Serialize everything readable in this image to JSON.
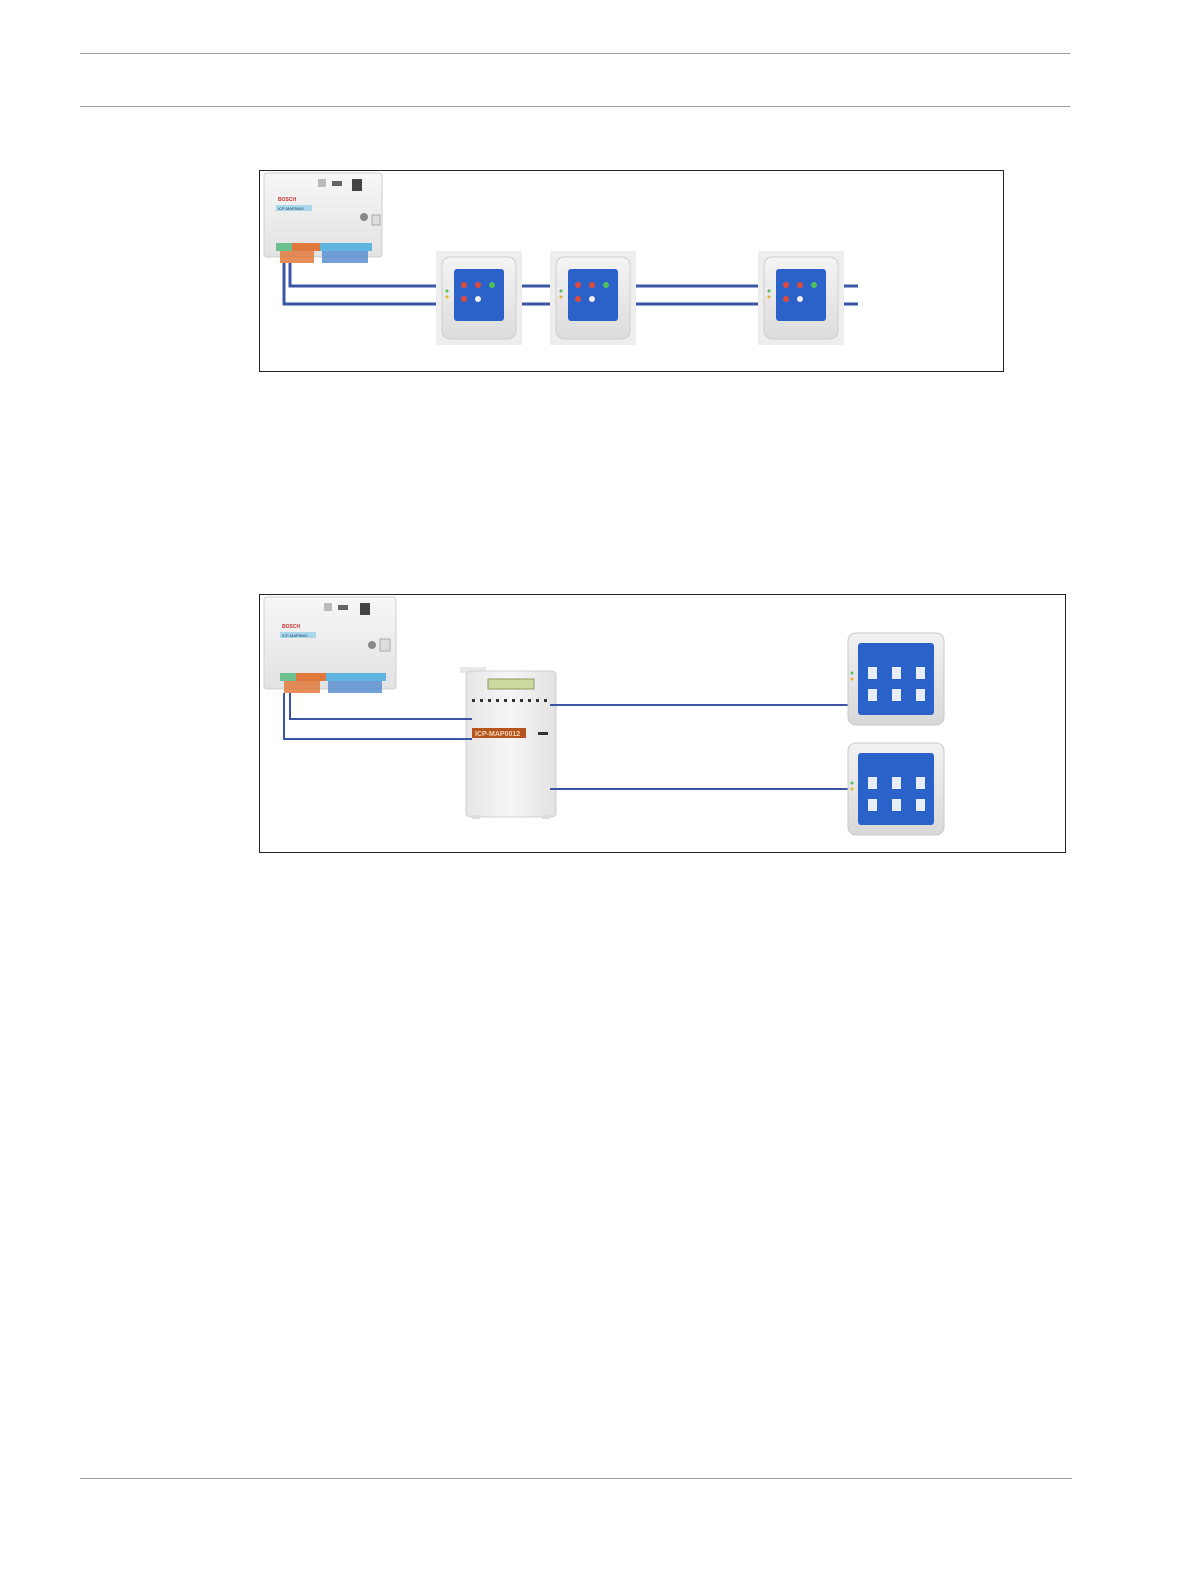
{
  "figure1": {
    "controller": {
      "brand": "BOSCH",
      "model": "ICP-MAP5000"
    },
    "keypads": [
      {},
      {},
      {}
    ]
  },
  "figure2": {
    "controller": {
      "brand": "BOSCH",
      "model": "ICP-MAP5000"
    },
    "power_supply": {
      "model": "ICP-MAP0012"
    },
    "keypads": [
      {},
      {}
    ]
  },
  "colors": {
    "bus_line": "#3a54a6",
    "keypad_screen": "#2b62c9",
    "module_label": "#b5541c"
  }
}
